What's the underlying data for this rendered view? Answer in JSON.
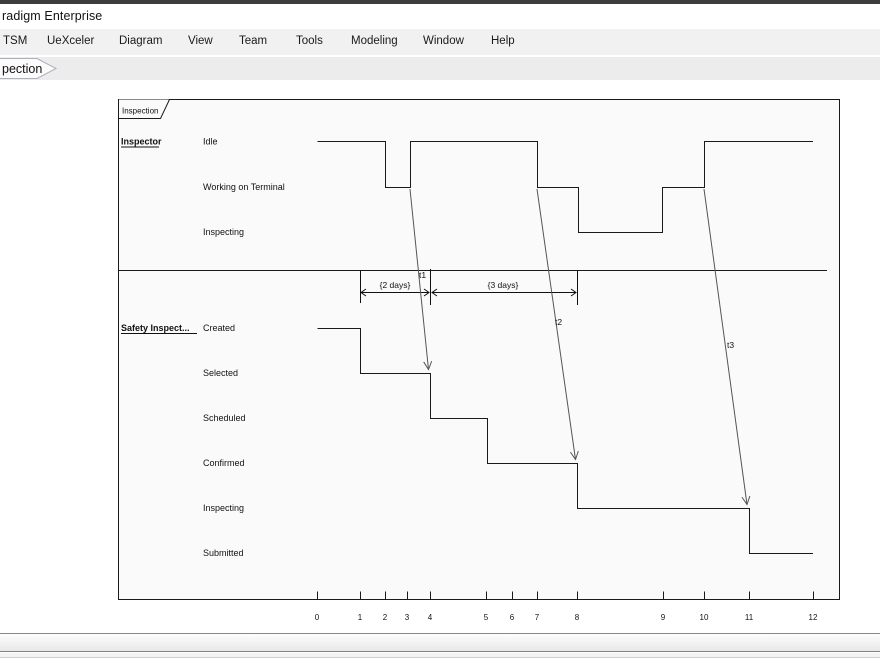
{
  "window": {
    "title": "radigm Enterprise"
  },
  "menu": {
    "items": [
      "TSM",
      "UeXceler",
      "Diagram",
      "View",
      "Team",
      "Tools",
      "Modeling",
      "Window",
      "Help"
    ]
  },
  "tabs": {
    "active_label": "pection"
  },
  "diagram": {
    "frame_label": "Inspection",
    "lifelines": [
      {
        "name": "Inspector",
        "states": [
          "Idle",
          "Working on Terminal",
          "Inspecting"
        ]
      },
      {
        "name": "Safety Inspect...",
        "states": [
          "Created",
          "Selected",
          "Scheduled",
          "Confirmed",
          "Inspecting",
          "Submitted"
        ]
      }
    ],
    "constraints": [
      "{2 days}",
      "{3 days}"
    ],
    "messages": [
      "t1",
      "t2",
      "t3"
    ],
    "axis": {
      "ticks": [
        "0",
        "1",
        "2",
        "3",
        "4",
        "5",
        "6",
        "7",
        "8",
        "9",
        "10",
        "11",
        "12"
      ]
    }
  },
  "colors": {
    "frame_stroke": "#1a1a1a",
    "message_stroke": "#555555",
    "canvas_bg": "#fafafa",
    "chrome_bg": "#f1f1f1"
  },
  "chart_data": {
    "type": "timing-diagram",
    "title": "Inspection",
    "time_axis": [
      0,
      1,
      2,
      3,
      4,
      5,
      6,
      7,
      8,
      9,
      10,
      11,
      12
    ],
    "lifelines": [
      {
        "name": "Inspector",
        "states": [
          "Idle",
          "Working on Terminal",
          "Inspecting"
        ],
        "timeline": [
          {
            "state": "Idle",
            "from": 0,
            "to": 2
          },
          {
            "state": "Working on Terminal",
            "from": 2,
            "to": 3
          },
          {
            "state": "Idle",
            "from": 3,
            "to": 7
          },
          {
            "state": "Working on Terminal",
            "from": 7,
            "to": 8
          },
          {
            "state": "Inspecting",
            "from": 8,
            "to": 9
          },
          {
            "state": "Working on Terminal",
            "from": 9,
            "to": 10
          },
          {
            "state": "Idle",
            "from": 10,
            "to": 12
          }
        ]
      },
      {
        "name": "Safety Inspect...",
        "states": [
          "Created",
          "Selected",
          "Scheduled",
          "Confirmed",
          "Inspecting",
          "Submitted"
        ],
        "timeline": [
          {
            "state": "Created",
            "from": 0,
            "to": 1
          },
          {
            "state": "Selected",
            "from": 1,
            "to": 4
          },
          {
            "state": "Scheduled",
            "from": 4,
            "to": 5
          },
          {
            "state": "Confirmed",
            "from": 5,
            "to": 8
          },
          {
            "state": "Inspecting",
            "from": 8,
            "to": 11
          },
          {
            "state": "Submitted",
            "from": 11,
            "to": 12
          }
        ]
      }
    ],
    "messages": [
      {
        "label": "t1",
        "from_lifeline": "Inspector",
        "from_time": 3,
        "to_lifeline": "Safety Inspect...",
        "to_time": 4
      },
      {
        "label": "t2",
        "from_lifeline": "Inspector",
        "from_time": 7,
        "to_lifeline": "Safety Inspect...",
        "to_time": 8
      },
      {
        "label": "t3",
        "from_lifeline": "Inspector",
        "from_time": 10,
        "to_lifeline": "Safety Inspect...",
        "to_time": 11
      }
    ],
    "duration_constraints": [
      {
        "label": "{2 days}",
        "from_time": 1,
        "to_time": 4
      },
      {
        "label": "{3 days}",
        "from_time": 4,
        "to_time": 8
      }
    ]
  }
}
